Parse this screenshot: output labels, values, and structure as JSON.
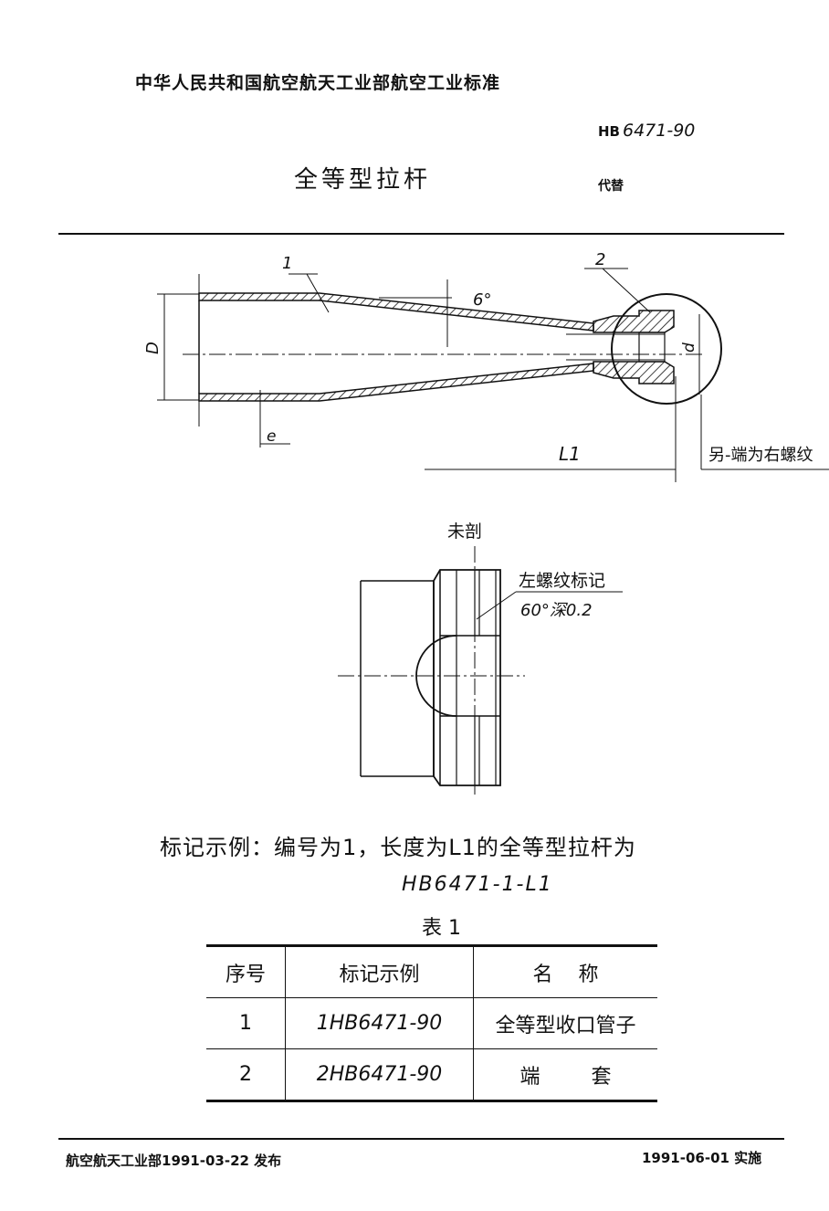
{
  "header": {
    "organization": "中华人民共和国航空航天工业部航空工业标准",
    "standard_prefix": "HB",
    "standard_number": "6471-90",
    "title": "全等型拉杆",
    "replaces": "代替"
  },
  "drawing1": {
    "label_part1": "1",
    "label_part2": "2",
    "angle": "6°",
    "dim_D": "D",
    "dim_d": "d",
    "dim_e": "e",
    "dim_L1": "L1",
    "note": "另-端为右螺纹"
  },
  "drawing2": {
    "view_label": "未剖",
    "thread_mark": "左螺纹标记",
    "groove_spec": "60°深0.2"
  },
  "marking": {
    "text": "标记示例：编号为1，长度为L1的全等型拉杆为",
    "code": "HB6471-1-L1"
  },
  "table": {
    "title": "表 1",
    "headers": [
      "序号",
      "标记示例",
      "名    称"
    ],
    "rows": [
      [
        "1",
        "1HB6471-90",
        "全等型收口管子"
      ],
      [
        "2",
        "2HB6471-90",
        "端        套"
      ]
    ]
  },
  "footer": {
    "issued": "航空航天工业部1991-03-22 发布",
    "effective": "1991-06-01 实施"
  }
}
